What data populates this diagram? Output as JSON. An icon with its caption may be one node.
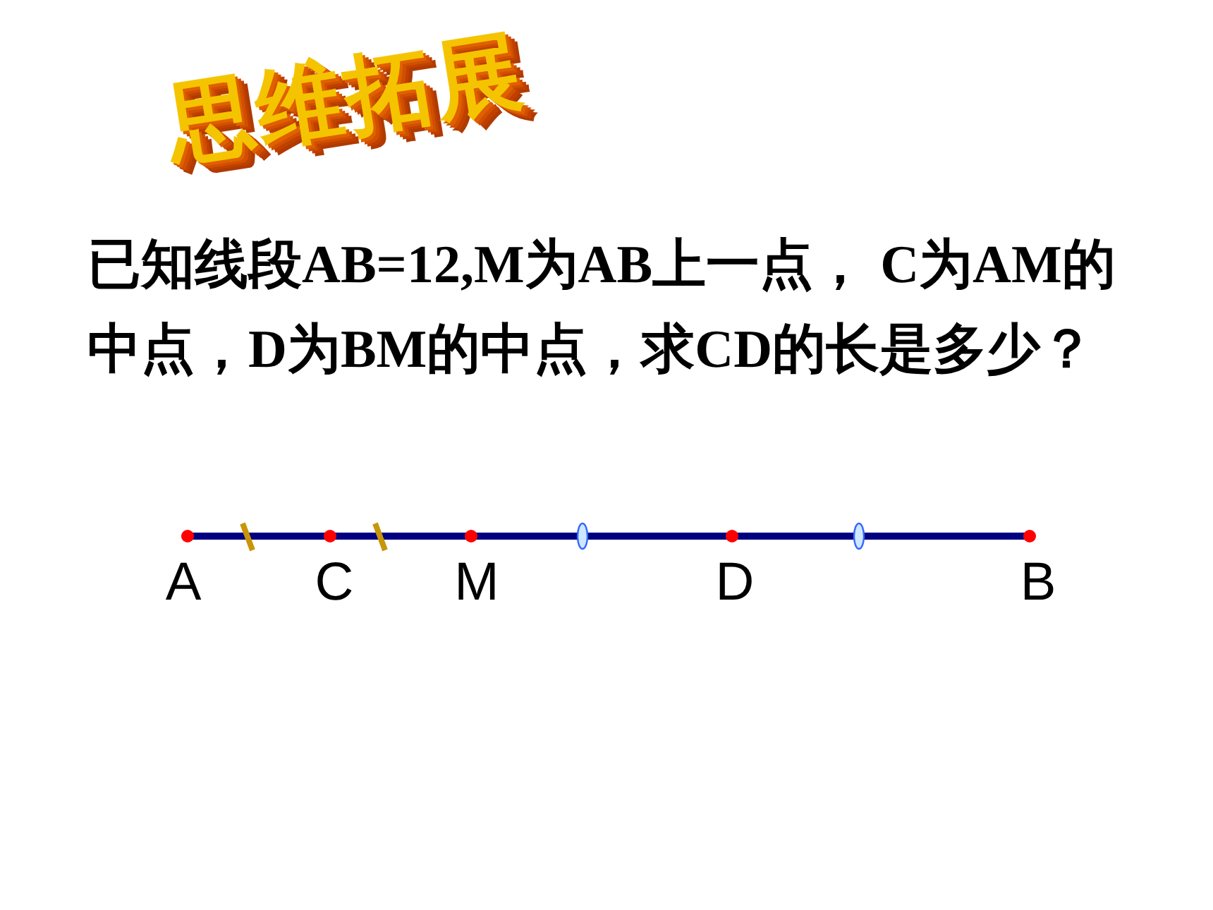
{
  "diagram": {
    "title": "思维拓展",
    "labels": [
      "已知线段AB=12,M为AB上一点， C为AM的中点，D为BM的中点，求CD的长是多少？",
      "A",
      "C",
      "M",
      "D",
      "B"
    ]
  }
}
